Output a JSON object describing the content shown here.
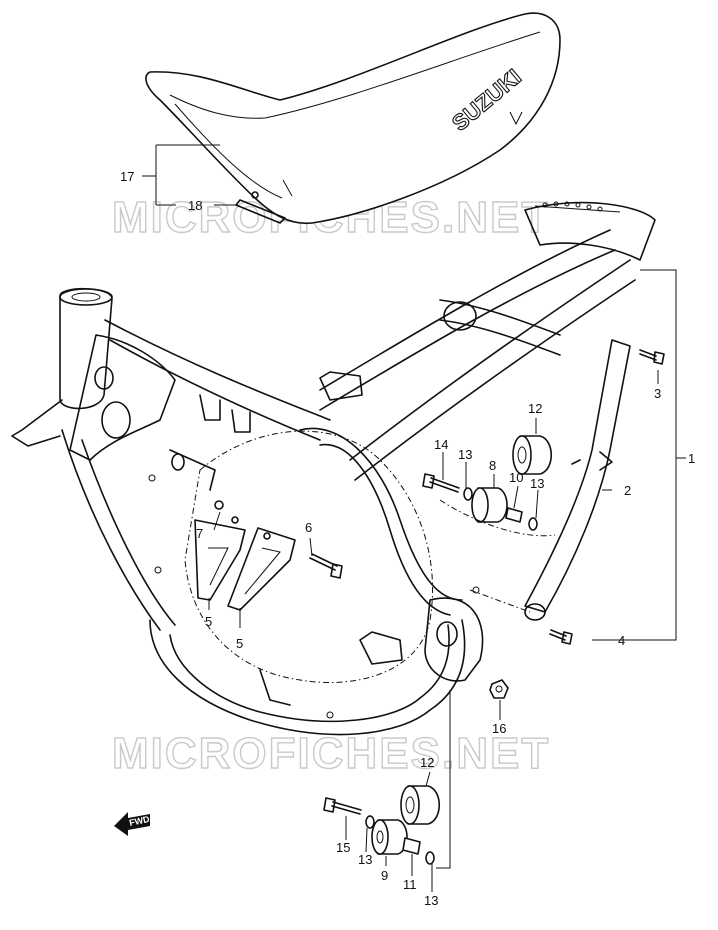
{
  "watermark": "MICROFICHES.NET",
  "seat_brand": "SUZUKI",
  "fwd_label": "FWD",
  "callouts": [
    {
      "id": "c1",
      "label": "1"
    },
    {
      "id": "c2",
      "label": "2"
    },
    {
      "id": "c3",
      "label": "3"
    },
    {
      "id": "c4",
      "label": "4"
    },
    {
      "id": "c5a",
      "label": "5"
    },
    {
      "id": "c5b",
      "label": "5"
    },
    {
      "id": "c6",
      "label": "6"
    },
    {
      "id": "c7",
      "label": "7"
    },
    {
      "id": "c8",
      "label": "8"
    },
    {
      "id": "c9",
      "label": "9"
    },
    {
      "id": "c10",
      "label": "10"
    },
    {
      "id": "c11",
      "label": "11"
    },
    {
      "id": "c12a",
      "label": "12"
    },
    {
      "id": "c12b",
      "label": "12"
    },
    {
      "id": "c13a",
      "label": "13"
    },
    {
      "id": "c13b",
      "label": "13"
    },
    {
      "id": "c13c",
      "label": "13"
    },
    {
      "id": "c13d",
      "label": "13"
    },
    {
      "id": "c14",
      "label": "14"
    },
    {
      "id": "c15",
      "label": "15"
    },
    {
      "id": "c16",
      "label": "16"
    },
    {
      "id": "c17",
      "label": "17"
    },
    {
      "id": "c18",
      "label": "18"
    }
  ]
}
